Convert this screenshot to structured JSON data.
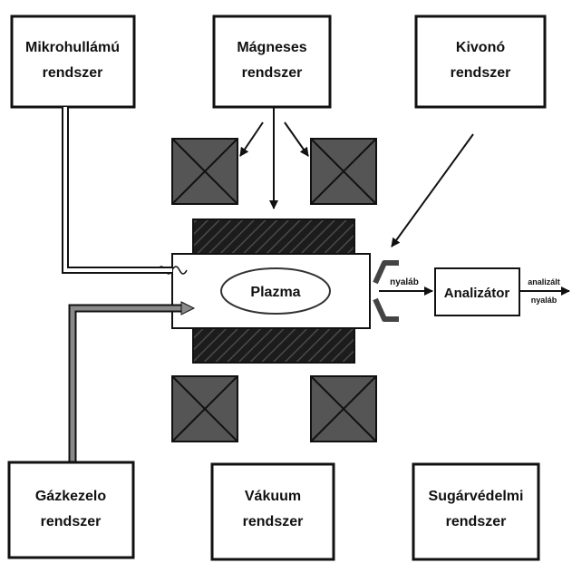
{
  "boxes": {
    "microwave": {
      "line1": "Mikrohullámú",
      "line2": "rendszer"
    },
    "magnetic": {
      "line1": "Mágneses",
      "line2": "rendszer"
    },
    "extractor": {
      "line1": "Kivonó",
      "line2": "rendszer"
    },
    "gas": {
      "line1": "Gázkezelo",
      "line2": "rendszer"
    },
    "vacuum": {
      "line1": "Vákuum",
      "line2": "rendszer"
    },
    "radiation": {
      "line1": "Sugárvédelmi",
      "line2": "rendszer"
    }
  },
  "plasma_label": "Plazma",
  "analyzer_label": "Analizátor",
  "beam_label": "nyaláb",
  "analyzed_beam": {
    "line1": "analizált",
    "line2": "nyaláb"
  },
  "colors": {
    "magnet": "#555555",
    "coil": "#1c1c1c",
    "line": "#111111",
    "gas_pipe": "#8a8a8a"
  }
}
